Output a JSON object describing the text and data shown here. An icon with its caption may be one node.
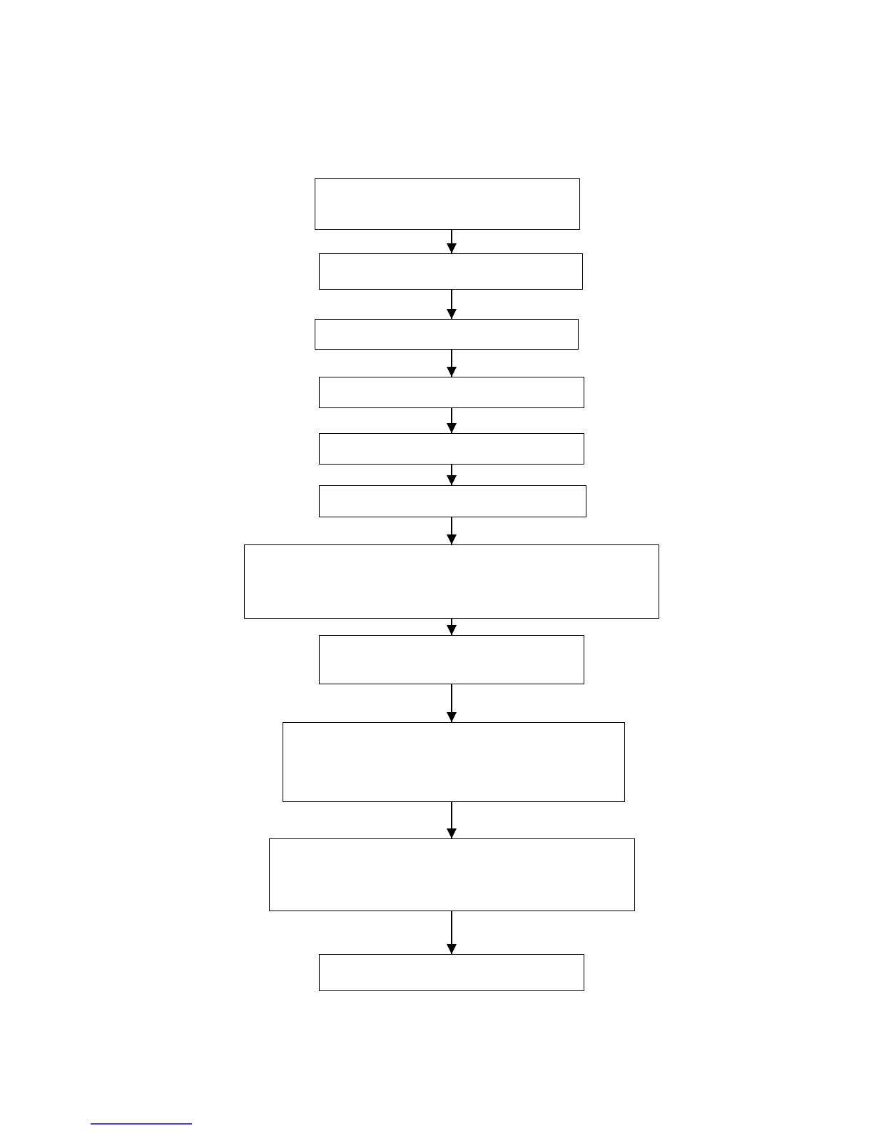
{
  "diagram": {
    "nodes": [
      {
        "text": [],
        "shape": "box"
      },
      {
        "text": [],
        "shape": "box"
      },
      {
        "text": [],
        "shape": "box"
      },
      {
        "text": [],
        "shape": "box"
      },
      {
        "text": [],
        "shape": "box"
      },
      {
        "text": [],
        "shape": "box"
      },
      {
        "text": [],
        "shape": "box"
      },
      {
        "text": [],
        "shape": "box"
      },
      {
        "text": [],
        "shape": "box"
      },
      {
        "text": [],
        "shape": "box"
      },
      {
        "text": [],
        "shape": "box"
      }
    ],
    "edges": [
      {
        "from": 0,
        "to": 1,
        "arrow": "to"
      },
      {
        "from": 1,
        "to": 2,
        "arrow": "to"
      },
      {
        "from": 2,
        "to": 3,
        "arrow": "to"
      },
      {
        "from": 3,
        "to": 4,
        "arrow": "to"
      },
      {
        "from": 4,
        "to": 5,
        "arrow": "to"
      },
      {
        "from": 5,
        "to": 6,
        "arrow": "to"
      },
      {
        "from": 6,
        "to": 7,
        "arrow": "to"
      },
      {
        "from": 7,
        "to": 8,
        "arrow": "to"
      },
      {
        "from": 8,
        "to": 9,
        "arrow": "to"
      },
      {
        "from": 9,
        "to": 10,
        "arrow": "to"
      }
    ]
  }
}
